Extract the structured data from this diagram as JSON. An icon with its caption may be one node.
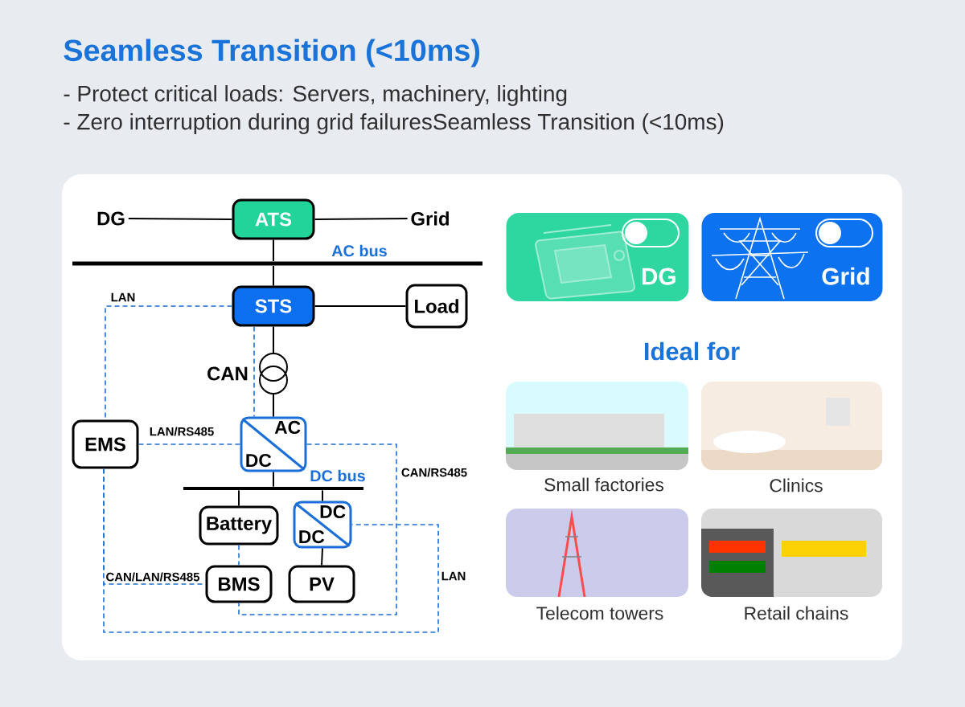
{
  "diagram": {
    "title": "Seamless Transition (<10ms)",
    "nodes": [
      {
        "text": [
          "DG"
        ]
      },
      {
        "text": [
          "ATS"
        ]
      },
      {
        "text": [
          "Grid"
        ]
      },
      {
        "text": [
          "AC bus"
        ]
      },
      {
        "text": [
          "STS"
        ]
      },
      {
        "text": [
          "Load"
        ]
      },
      {
        "text": [],
        "shape": "circle"
      },
      {
        "text": [
          "EMS"
        ]
      },
      {
        "text": [
          "AC",
          "DC"
        ]
      },
      {
        "text": [
          "DC bus"
        ]
      },
      {
        "text": [
          "Battery"
        ]
      },
      {
        "text": [
          "DC",
          "DC"
        ]
      },
      {
        "text": [
          "BMS"
        ]
      },
      {
        "text": [
          "PV"
        ]
      },
      {
        "text": [
          "DG"
        ]
      },
      {
        "text": [
          "Grid"
        ]
      },
      {
        "text": [],
        "shape": "picture",
        "beside": [
          "Small factories"
        ]
      },
      {
        "text": [],
        "shape": "picture",
        "beside": [
          "Clinics"
        ]
      },
      {
        "text": [],
        "shape": "picture",
        "beside": [
          "Telecom towers"
        ]
      },
      {
        "text": [],
        "shape": "picture",
        "beside": [
          "Retail chains"
        ]
      }
    ],
    "edges": [
      {
        "from": 0,
        "to": 1,
        "arrow": "none"
      },
      {
        "from": 1,
        "to": 2,
        "arrow": "none"
      },
      {
        "from": 1,
        "to": 3,
        "arrow": "none"
      },
      {
        "from": 3,
        "to": 4,
        "arrow": "none"
      },
      {
        "from": 4,
        "to": 5,
        "arrow": "none"
      },
      {
        "from": 4,
        "to": 6,
        "arrow": "none"
      },
      {
        "from": 6,
        "to": 8,
        "arrow": "none"
      },
      {
        "from": 8,
        "to": 9,
        "arrow": "none"
      },
      {
        "from": 9,
        "to": 10,
        "arrow": "none"
      },
      {
        "from": 9,
        "to": 11,
        "arrow": "none"
      },
      {
        "from": 11,
        "to": 13,
        "arrow": "none"
      },
      {
        "from": 4,
        "to": 7,
        "arrow": "none",
        "label": "LAN",
        "style": "dashed",
        "color": "#1f6fd1"
      },
      {
        "from": 4,
        "to": 8,
        "arrow": "none",
        "label": "CAN",
        "style": "dashed",
        "color": "#1f6fd1"
      },
      {
        "from": 7,
        "to": 8,
        "arrow": "none",
        "label": "LAN/RS485",
        "style": "dashed",
        "color": "#1f6fd1"
      },
      {
        "from": 8,
        "to": 12,
        "arrow": "none",
        "label": "CAN/RS485",
        "style": "dashed",
        "color": "#1f6fd1"
      },
      {
        "from": 10,
        "to": 12,
        "arrow": "none",
        "style": "dashed",
        "color": "#1f6fd1"
      },
      {
        "from": 7,
        "to": 12,
        "arrow": "none",
        "label": "CAN/LAN/RS485",
        "style": "dashed",
        "color": "#1f6fd1"
      },
      {
        "from": 7,
        "to": 11,
        "arrow": "none",
        "label": "LAN",
        "style": "dashed",
        "color": "#1f6fd1"
      }
    ],
    "labels": [
      "- Protect critical loads: Servers, machinery, lighting",
      "- Zero interruption during grid failuresSeamless Transition (<10ms)",
      "Ideal for"
    ]
  }
}
